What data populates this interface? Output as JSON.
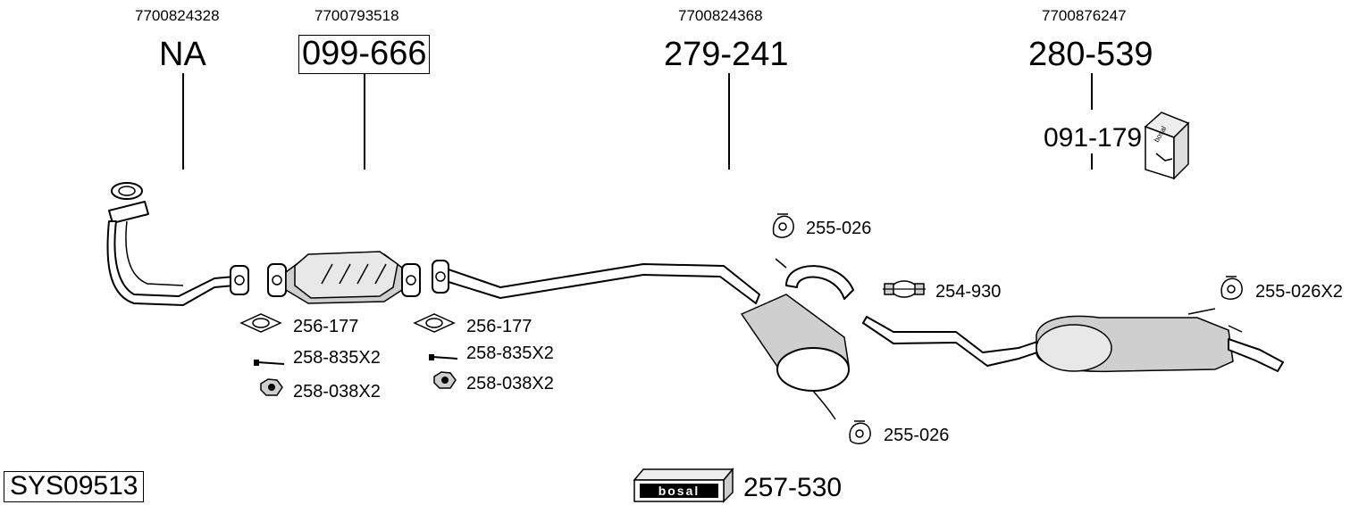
{
  "system_code": "SYS09513",
  "columns": [
    {
      "oem": "7700824328",
      "part": "NA"
    },
    {
      "oem": "7700793518",
      "part": "099-666"
    },
    {
      "oem": "7700824368",
      "part": "279-241"
    },
    {
      "oem": "7700876247",
      "part": "280-539"
    }
  ],
  "mounting_kit": "091-179",
  "parts": {
    "gasket_left": "256-177",
    "bolt_left": "258-835X2",
    "nut_left": "258-038X2",
    "gasket_right": "256-177",
    "bolt_right": "258-835X2",
    "nut_right": "258-038X2",
    "hanger_top": "255-026",
    "clamp": "254-930",
    "hanger_bottom": "255-026",
    "hanger_rear": "255-026X2",
    "assembly_paste": "257-530"
  },
  "brand": "bosal",
  "box_brand": "bosal"
}
